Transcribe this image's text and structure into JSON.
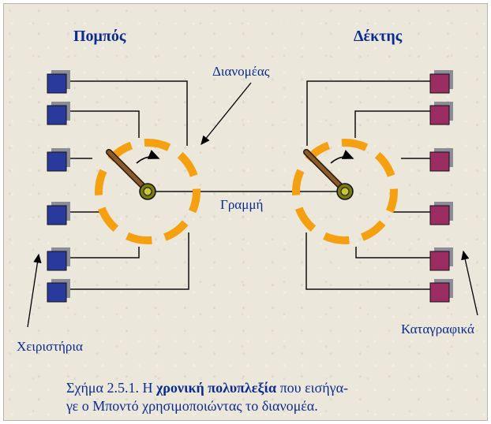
{
  "labels": {
    "transmitter": "Πομπός",
    "receiver": "Δέκτης",
    "distributor": "Διανομέας",
    "line": "Γραμμή",
    "switches": "Χειριστήρια",
    "recorders": "Καταγραφικά"
  },
  "caption": {
    "prefix": "Σχήμα 2.5.1. Η ",
    "emphasis": "χρονική πολυπλεξία",
    "line1_suffix": " που εισήγα-",
    "line2": "γε ο Μποντό χρησιμοποιώντας το διανομέα."
  },
  "colors": {
    "background": "#ece7db",
    "text": "#0b2c8f",
    "switch_fill": "#2a3a9c",
    "recorder_fill": "#9c2d62",
    "box_shadow": "#8c8d98",
    "dash_ring": "#f5a010",
    "arm": "#8a5a2b",
    "pivot": "#7a7a10"
  }
}
